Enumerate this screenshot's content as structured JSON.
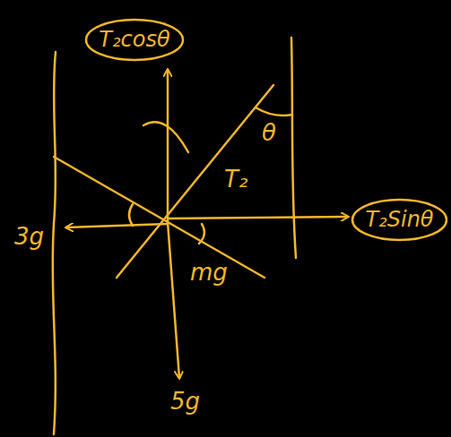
{
  "diagram": {
    "nodes": [
      {
        "text": [
          "T₂cosθ"
        ]
      },
      {
        "text": [
          "T₂Sinθ"
        ]
      }
    ],
    "labels": [
      "T₂",
      "θ",
      "3g",
      "mg",
      "5g"
    ]
  }
}
